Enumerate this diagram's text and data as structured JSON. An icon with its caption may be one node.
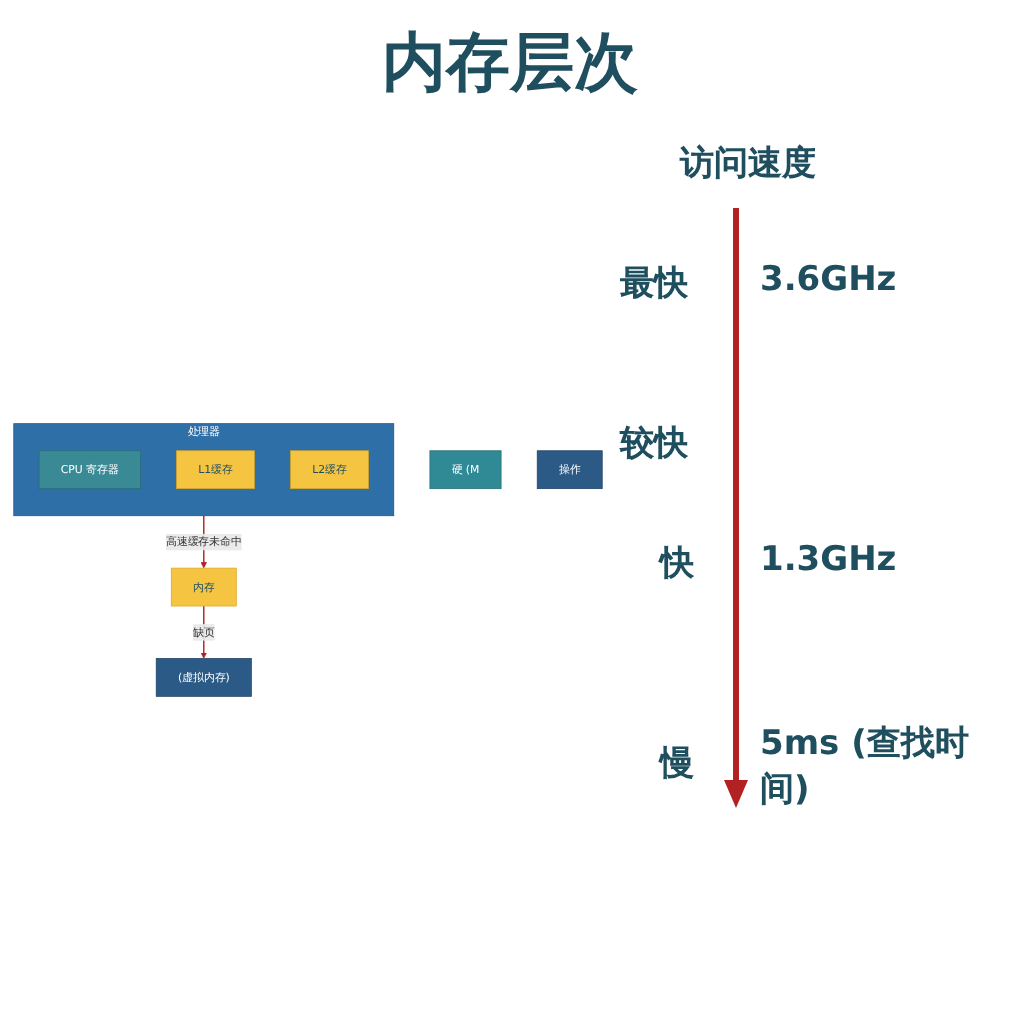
{
  "diagram": {
    "title": "内存层次",
    "nodes": [
      {
        "text": [
          "处理器"
        ]
      },
      {
        "text": [
          "CPU 寄存器"
        ],
        "in": 0
      },
      {
        "text": [
          "L1缓存"
        ],
        "in": 0
      },
      {
        "text": [
          "L2缓存"
        ],
        "in": 0
      },
      {
        "text": [
          "内存"
        ]
      },
      {
        "text": [
          "(虚拟内存)"
        ]
      },
      {
        "text": [
          "硬 (M"
        ]
      },
      {
        "text": [
          "操作"
        ]
      }
    ],
    "edges": [
      {
        "from": 0,
        "to": 4,
        "arrow": "to",
        "label": "高速缓存未命中"
      },
      {
        "from": 4,
        "to": 5,
        "arrow": "to",
        "label": "缺页"
      }
    ],
    "labels": [
      "访问速度",
      "最快",
      "3.6GHz",
      "较快",
      "快",
      "1.3GHz",
      "慢",
      "5ms (查找时间)"
    ]
  }
}
